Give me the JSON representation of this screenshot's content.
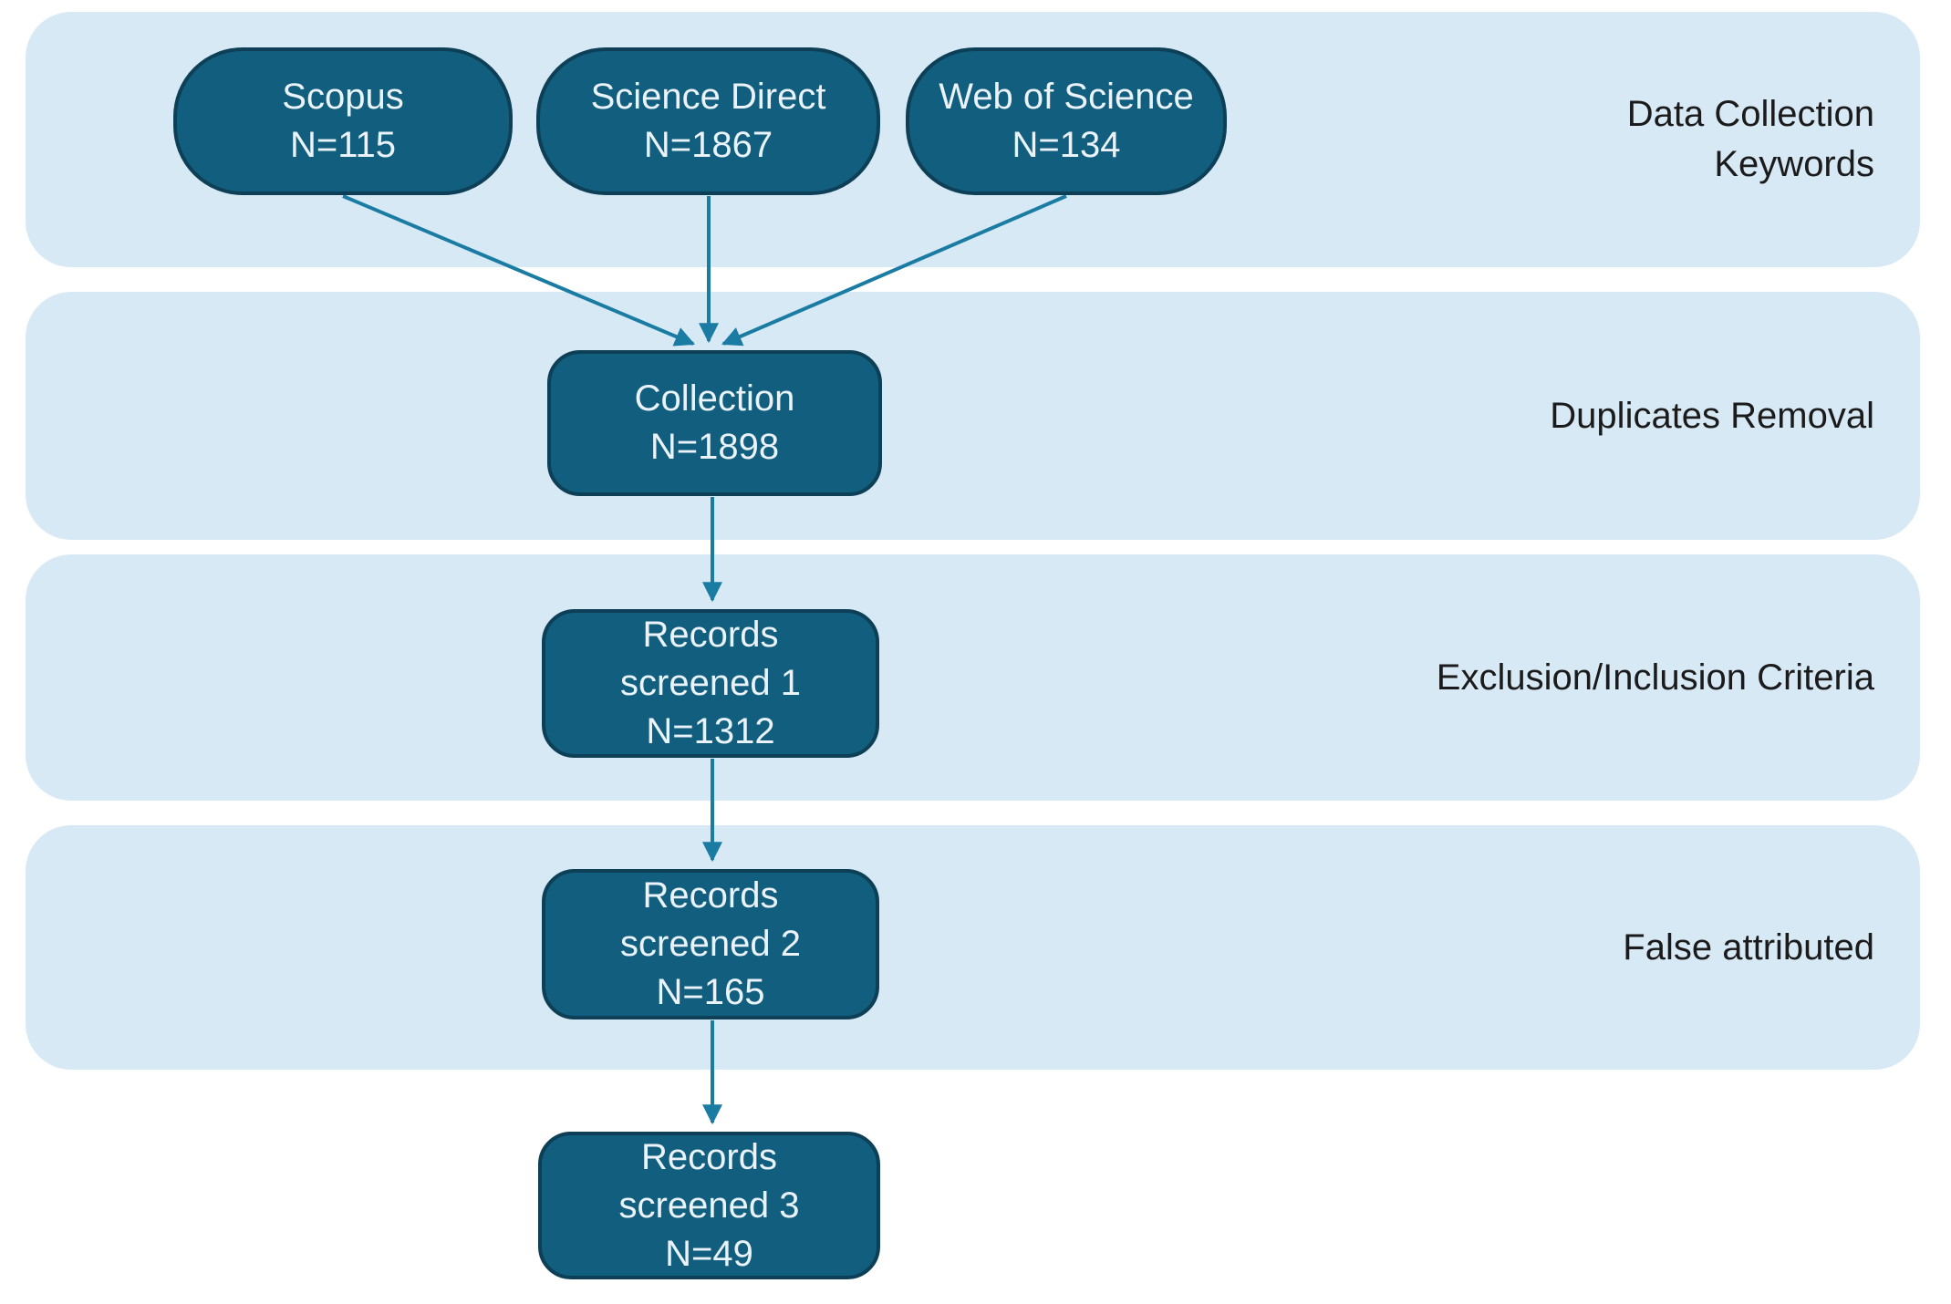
{
  "colors": {
    "band_background": "#d8e9f6",
    "node_fill": "#115e7e",
    "node_border": "#0d3f56",
    "node_text": "#eaf3fa",
    "band_label_text": "#1b1b1b",
    "arrow": "#1b7ca3"
  },
  "bands": [
    {
      "label": "Data Collection\nKeywords"
    },
    {
      "label": "Duplicates Removal"
    },
    {
      "label": "Exclusion/Inclusion Criteria"
    },
    {
      "label": "False attributed"
    }
  ],
  "sources": [
    {
      "name": "Scopus",
      "count": "N=115"
    },
    {
      "name": "Science Direct",
      "count": "N=1867"
    },
    {
      "name": "Web of Science",
      "count": "N=134"
    }
  ],
  "flow": [
    {
      "name": "Collection",
      "count": "N=1898"
    },
    {
      "name": "Records\nscreened 1",
      "count": "N=1312"
    },
    {
      "name": "Records\nscreened 2",
      "count": "N=165"
    },
    {
      "name": "Records\nscreened 3",
      "count": "N=49"
    }
  ]
}
